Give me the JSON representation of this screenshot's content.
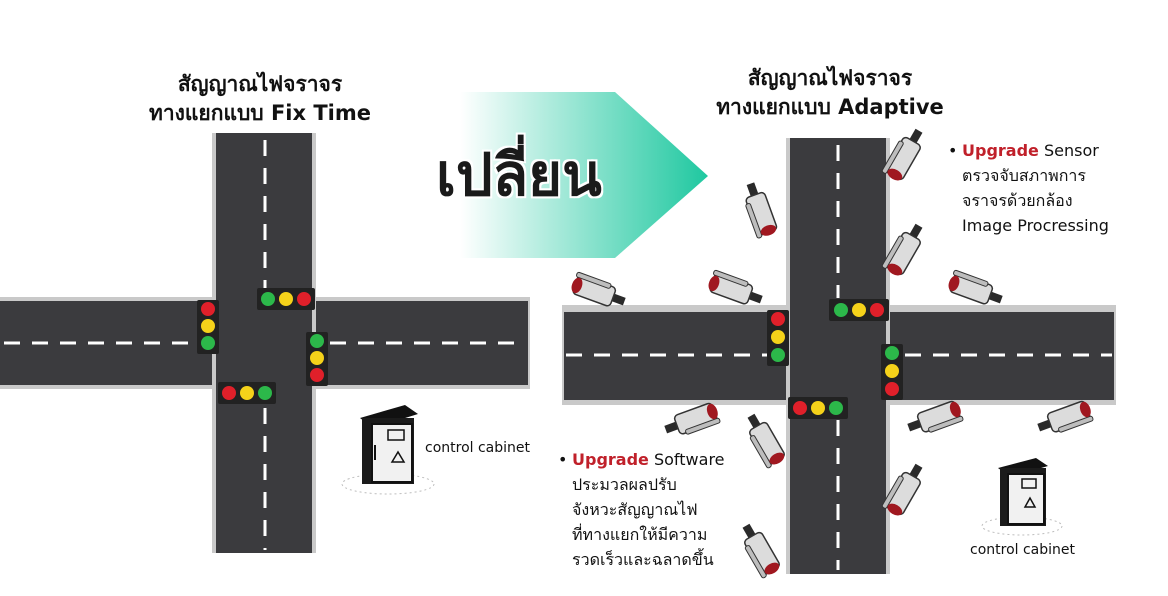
{
  "left": {
    "title_line1": "สัญญาณไฟจราจร",
    "title_line2": "ทางแยกแบบ Fix Time",
    "cabinet_label": "control cabinet"
  },
  "arrow": {
    "text": "เปลี่ยน",
    "gradient_start": "#ffffff",
    "gradient_end": "#1fc8a0"
  },
  "right": {
    "title_line1": "สัญญาณไฟจราจร",
    "title_line2": "ทางแยกแบบ Adaptive",
    "cabinet_label": "control cabinet"
  },
  "sensor_note": {
    "bullet": "•",
    "accent": "Upgrade",
    "rest": " Sensor",
    "line2": "ตรวจจับสภาพการ",
    "line3": "จราจรด้วยกล้อง",
    "line4": "Image Procressing"
  },
  "software_note": {
    "bullet": "•",
    "accent": "Upgrade",
    "rest": " Software",
    "line2": "ประมวลผลปรับ",
    "line3": "จังหวะสัญญาณไฟ",
    "line4": "ที่ทางแยกให้มีความ",
    "line5": "รวดเร็วและฉลาดขึ้น"
  },
  "colors": {
    "road": "#3b3b3e",
    "lane_marking": "#ffffff",
    "light_red": "#e0202a",
    "light_yellow": "#f5d21a",
    "light_green": "#2cb84a",
    "accent_red": "#c0202a",
    "camera_body": "#dcdcdc",
    "camera_lens": "#a01820"
  }
}
